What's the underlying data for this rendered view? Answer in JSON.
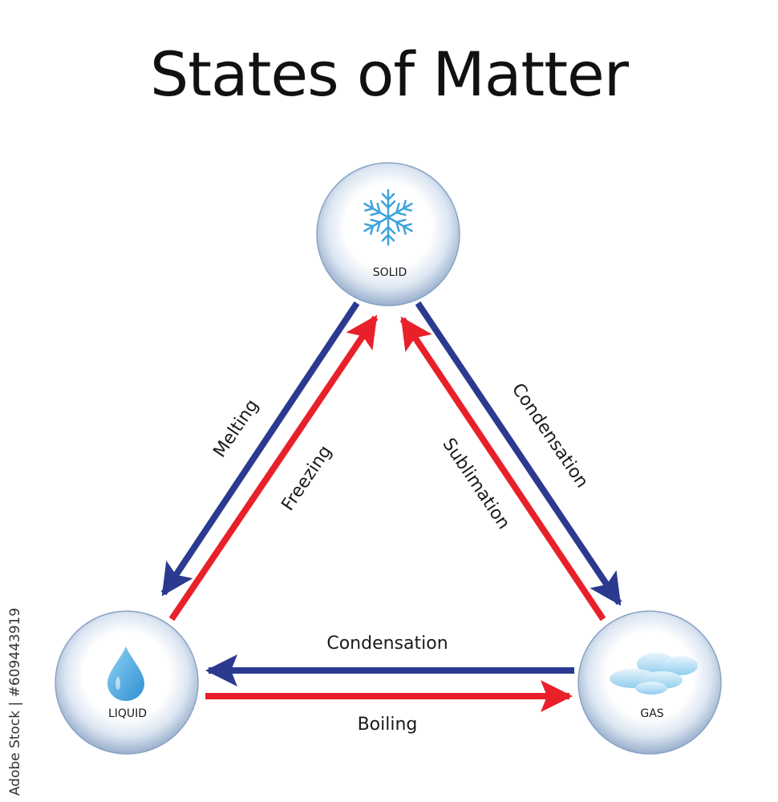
{
  "title": "States of Matter",
  "states": {
    "solid": {
      "label": "SOLID",
      "icon": "snowflake-icon"
    },
    "liquid": {
      "label": "LIQUID",
      "icon": "water-drop-icon"
    },
    "gas": {
      "label": "GAS",
      "icon": "cloud-icon"
    }
  },
  "transitions": {
    "melting": {
      "label": "Melting",
      "from": "solid",
      "to": "liquid",
      "color": "#2b3a8f"
    },
    "freezing": {
      "label": "Freezing",
      "from": "liquid",
      "to": "solid",
      "color": "#e8202a"
    },
    "sublimation": {
      "label": "Sublimation",
      "from": "gas",
      "to": "solid",
      "color": "#e8202a"
    },
    "deposition": {
      "label": "Condensation",
      "from": "solid",
      "to": "gas",
      "color": "#2b3a8f"
    },
    "condensation": {
      "label": "Condensation",
      "from": "gas",
      "to": "liquid",
      "color": "#2b3a8f"
    },
    "boiling": {
      "label": "Boiling",
      "from": "liquid",
      "to": "gas",
      "color": "#e8202a"
    }
  },
  "colors": {
    "cold_arrow": "#2b3a8f",
    "hot_arrow": "#e8202a",
    "circle_center": "#ffffff",
    "circle_edge": "#9db3cf",
    "icon_blue": "#4aa8e0"
  },
  "watermark": "Adobe Stock | #609443919"
}
